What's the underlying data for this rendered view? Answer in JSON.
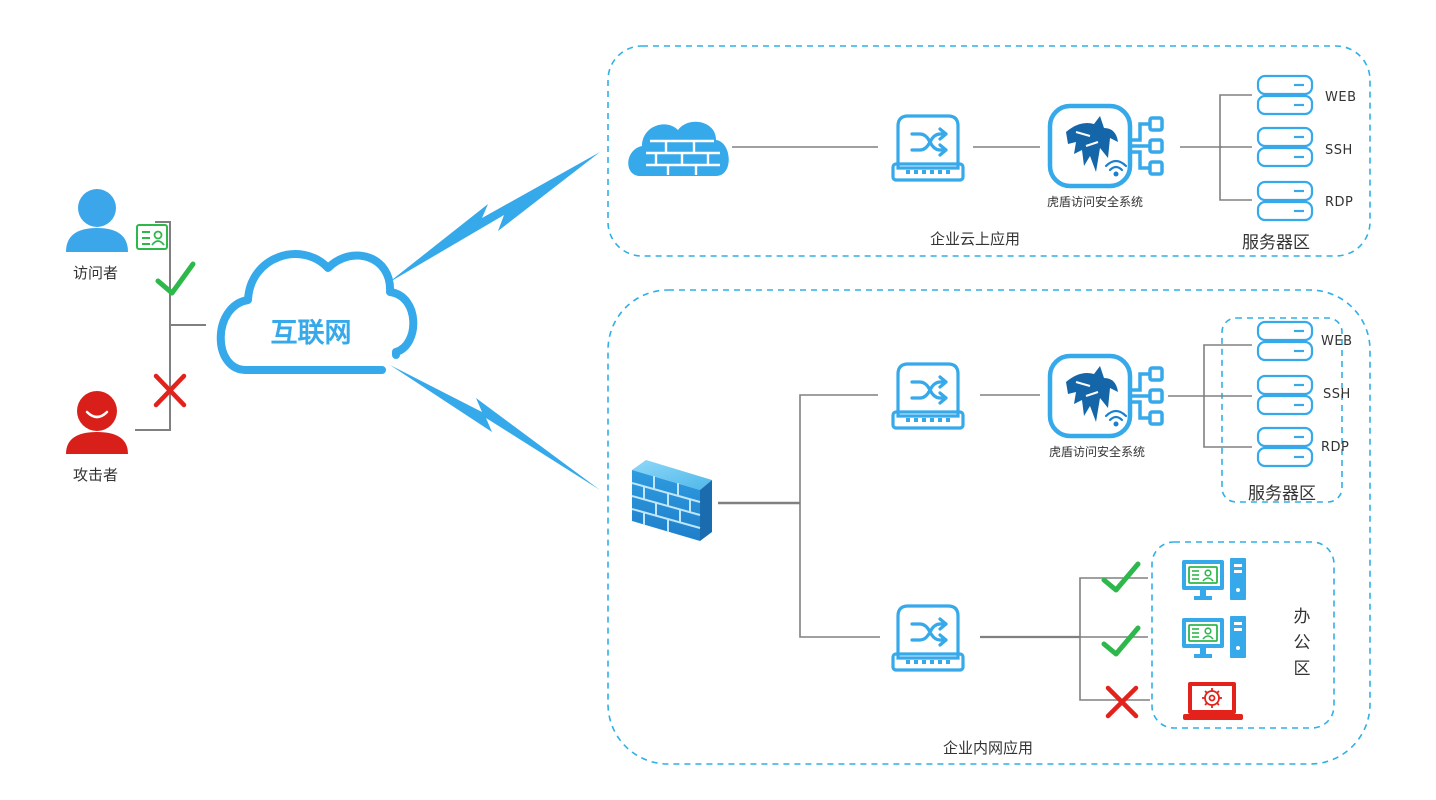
{
  "diagram": {
    "internet_label": "互联网",
    "visitor_label": "访问者",
    "attacker_label": "攻击者",
    "cloud_zone_label": "企业云上应用",
    "intranet_zone_label": "企业内网应用",
    "server_zone_label_cloud": "服务器区",
    "server_zone_label_intranet": "服务器区",
    "office_zone_label": "办公区",
    "security_system_label_cloud": "虎盾访问安全系统",
    "security_system_label_intranet": "虎盾访问安全系统",
    "cloud_servers": [
      "WEB",
      "SSH",
      "RDP"
    ],
    "intranet_servers": [
      "WEB",
      "SSH",
      "RDP"
    ],
    "colors": {
      "blue": "#36a9ea",
      "dashed_border": "#2fb0e6",
      "allow_green": "#2eb84b",
      "deny_red": "#e3231b",
      "line_gray": "#808080"
    }
  }
}
